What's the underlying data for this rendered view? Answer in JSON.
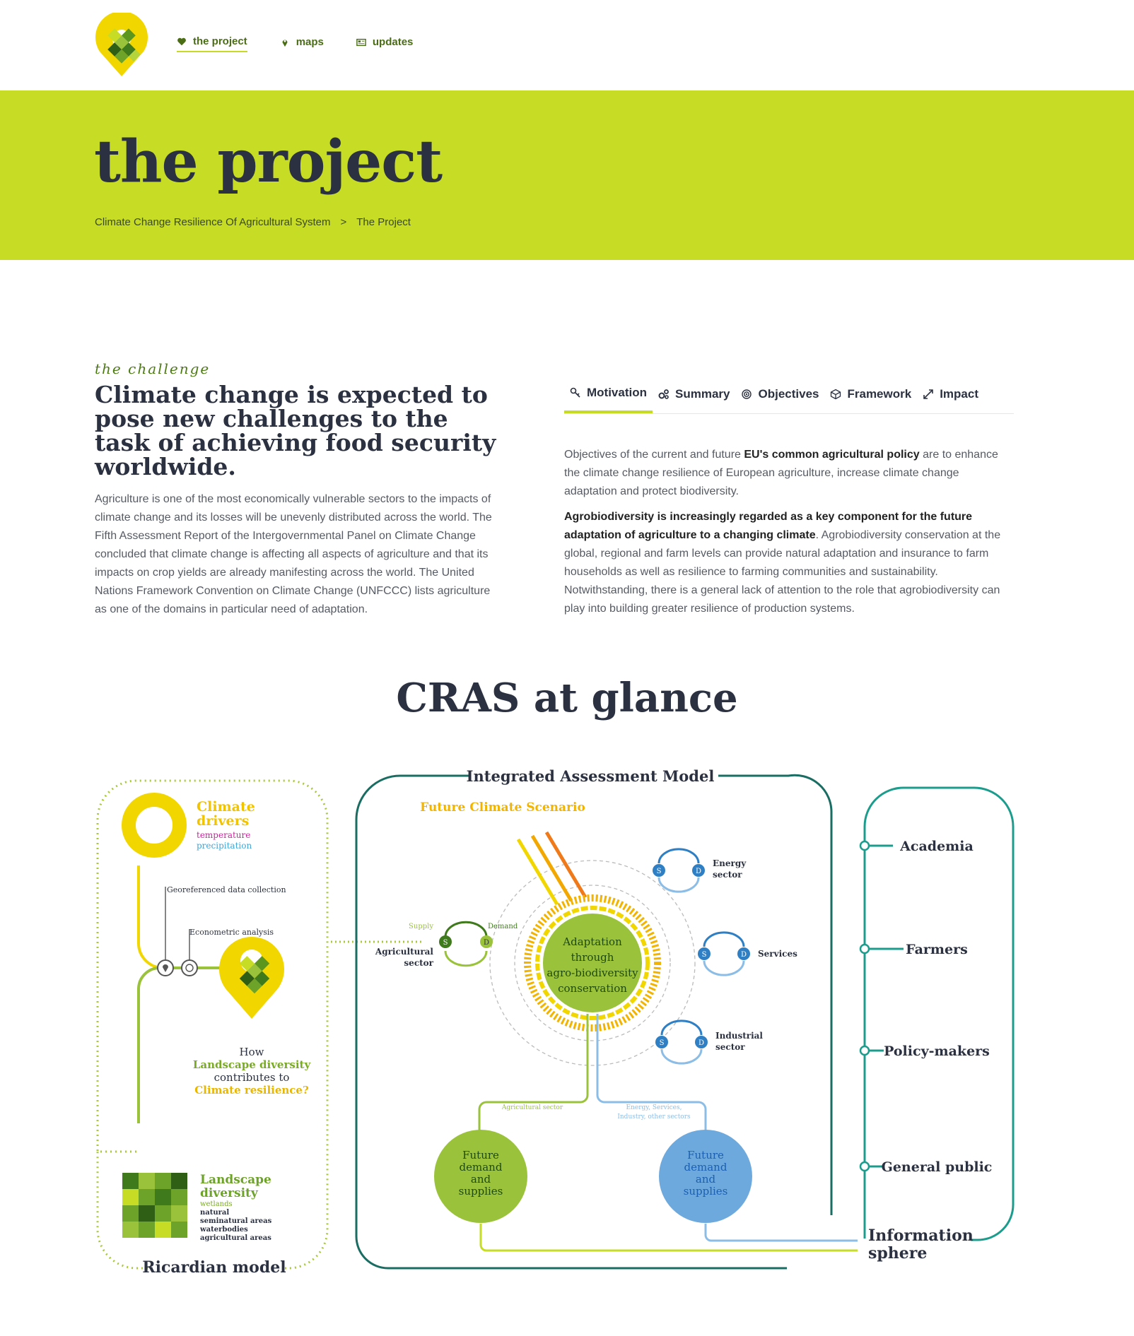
{
  "nav": {
    "items": [
      {
        "label": "the project",
        "icon": "heart-icon",
        "active": true
      },
      {
        "label": "maps",
        "icon": "map-pin-icon",
        "active": false
      },
      {
        "label": "updates",
        "icon": "newspaper-icon",
        "active": false
      }
    ]
  },
  "banner": {
    "title": "the project",
    "breadcrumb": [
      "Climate Change Resilience Of Agricultural System",
      ">",
      "The Project"
    ]
  },
  "challenge": {
    "eyebrow": "the challenge",
    "heading": "Climate change is expected to pose new challenges to the task of achieving food security worldwide.",
    "body": "Agriculture is one of the most economically vulnerable sectors to the impacts of climate change and its losses will be unevenly distributed across the world. The Fifth Assessment Report of the Intergovernmental Panel on Climate Change concluded that climate change is affecting all aspects of agriculture and that its impacts on crop yields are already manifesting across the world. The United Nations Framework Convention on Climate Change (UNFCCC) lists agriculture as one of the domains in particular need of adaptation."
  },
  "tabs": [
    {
      "label": "Motivation",
      "icon": "key-icon",
      "active": true
    },
    {
      "label": "Summary",
      "icon": "gears-icon",
      "active": false
    },
    {
      "label": "Objectives",
      "icon": "target-icon",
      "active": false
    },
    {
      "label": "Framework",
      "icon": "cube-icon",
      "active": false
    },
    {
      "label": "Impact",
      "icon": "expand-icon",
      "active": false
    }
  ],
  "motivation": {
    "p1_a": "Objectives of the current and future ",
    "p1_b": "EU's common agricultural policy",
    "p1_c": " are to enhance the climate change resilience of European agriculture, increase climate change adaptation and protect biodiversity.",
    "p2_a": "Agrobiodiversity is increasingly regarded as a key component for the future adaptation of agriculture to a changing climate",
    "p2_b": ". Agrobiodiversity conservation at the global, regional and farm levels can provide natural adaptation and insurance to farm households as well as resilience to farming communities and sustainability. Notwithstanding, there is a general lack of attention to the role that agrobiodiversity can play into building greater resilience of production systems."
  },
  "glance": {
    "title": "CRAS at glance",
    "ricardian": {
      "label": "Ricardian model",
      "climate_title": [
        "Climate",
        "drivers"
      ],
      "climate_items": [
        "temperature",
        "precipitation"
      ],
      "georef": "Georeferenced data collection",
      "econometric": "Econometric analysis",
      "question": [
        "How",
        "Landscape diversity",
        "contributes to",
        "Climate resilience?"
      ],
      "landscape_title": [
        "Landscape",
        "diversity"
      ],
      "landscape_items": [
        "wetlands",
        "natural",
        "seminatural areas",
        "waterbodies",
        "agricultural areas"
      ]
    },
    "iam": {
      "title": "Integrated Assessment Model",
      "scenario": "Future Climate Scenario",
      "core": [
        "Adaptation",
        "through",
        "agro-biodiversity",
        "conservation"
      ],
      "agri": {
        "label": [
          "Agricultural",
          "sector"
        ],
        "supply": "Supply",
        "demand": "Demand"
      },
      "sectors": [
        {
          "label": [
            "Energy",
            "sector"
          ]
        },
        {
          "label": [
            "Services"
          ]
        },
        {
          "label": [
            "Industrial",
            "sector"
          ]
        }
      ],
      "s": "S",
      "d": "D",
      "agri_flow": "Agricultural sector",
      "other_flow": [
        "Energy, Services,",
        "Industry, other sectors"
      ],
      "future1": [
        "Future",
        "demand",
        "and",
        "supplies"
      ],
      "future2": [
        "Future",
        "demand",
        "and",
        "supplies"
      ]
    },
    "stakeholders": [
      "Academia",
      "Farmers",
      "Policy-makers",
      "General public"
    ],
    "info_sphere": [
      "Information",
      "sphere"
    ]
  }
}
